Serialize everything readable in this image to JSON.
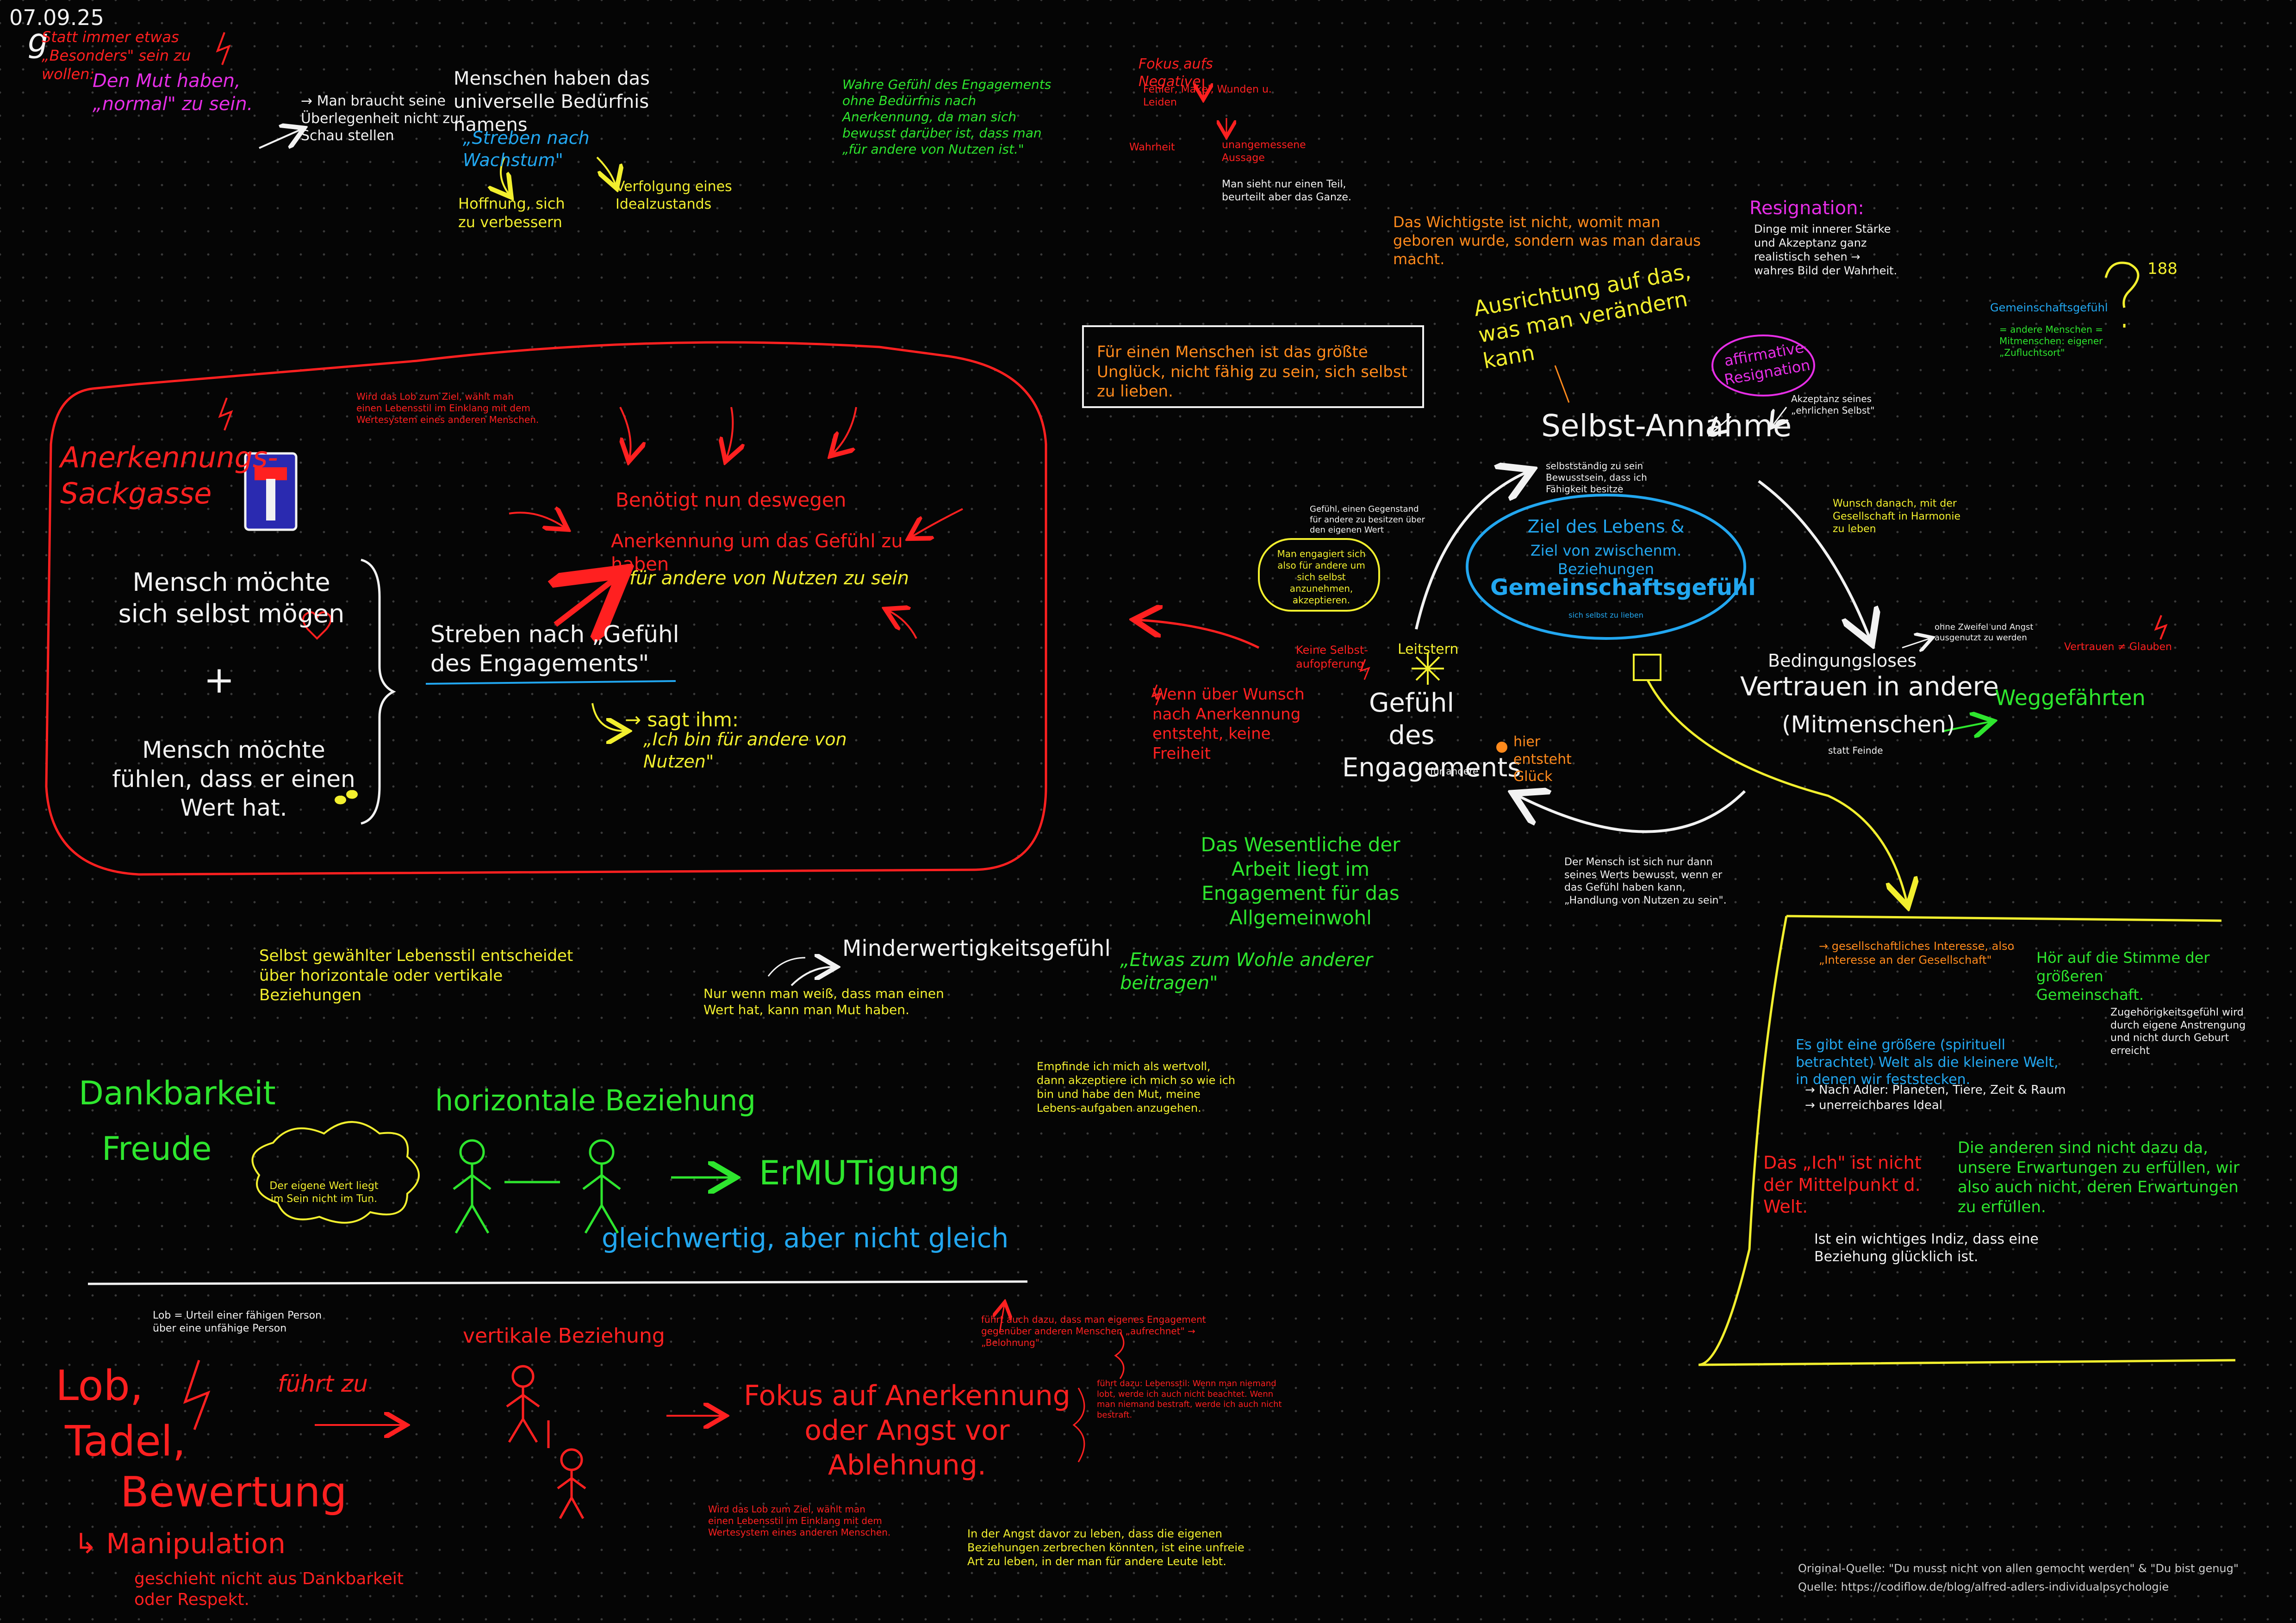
{
  "colors": {
    "red": "#ff2020",
    "yellow": "#f2ef2e",
    "green": "#2ee62e",
    "white": "#f2f2f2",
    "blue": "#22a7f0",
    "magenta": "#e62ee6",
    "orange": "#ff8a1c"
  },
  "header": {
    "date": "07.09.25",
    "initial": "g"
  },
  "topleft": {
    "bossy": "Statt immer etwas „Besonders\" sein zu wollen:",
    "mut": "Den Mut haben, „normal\" zu sein.",
    "aside": "→ Man braucht seine Überlegenheit nicht zur Schau stellen"
  },
  "beduerfnis": {
    "text": "Menschen haben das universelle Bedürfnis namens",
    "wachstum": "„Streben nach Wachstum\"",
    "hoffnung": "Hoffnung, sich zu verbessern",
    "verfolgung": "Verfolgung eines Idealzustands"
  },
  "wahres": "Wahre Gefühl des Engagements ohne Bedürfnis nach Anerkennung, da man sich bewusst darüber ist, dass man „für andere von Nutzen ist.\"",
  "fokus": {
    "title": "Fokus aufs Negative",
    "fehler": "Fehler, Makel, Wunden u. Leiden",
    "wahrheit": "Wahrheit",
    "aussage": "unangemessene Aussage",
    "text": "Man sieht nur einen Teil, beurteilt aber das Ganze."
  },
  "wichtigste": "Das Wichtigste ist nicht, womit man geboren wurde, sondern was man daraus macht.",
  "resignation": {
    "title": "Resignation:",
    "text": "Dinge mit innerer Stärke und Akzeptanz ganz realistisch sehen → wahres Bild der Wahrheit."
  },
  "ref188": "188",
  "gemeinschaft_def": {
    "title": "Gemeinschaftsgefühl",
    "text": "= andere Menschen = Mitmenschen: eigener „Zufluchtsort\""
  },
  "unglueck": "Für einen Menschen ist das größte Unglück, nicht fähig zu sein, sich selbst zu lieben.",
  "ausrichtung": "Ausrichtung auf das, was man verändern kann",
  "affirmative": "affirmative Resignation",
  "akzeptanz": "Akzeptanz seines „ehrlichen Selbst\"",
  "selbstannahme": "Selbst-Annahme",
  "selbstannahme_note": "selbstständig zu sein Bewusstsein, dass ich Fähigkeit besitze",
  "wunsch": "Wunsch danach, mit der Gesellschaft in Harmonie zu leben",
  "ziel": {
    "l1": "Ziel des Lebens &",
    "l2": "Ziel von zwischenm. Beziehungen",
    "l3": "Gemeinschaftsgefühl",
    "l4": "sich selbst zu lieben"
  },
  "gefuehl_note": "Gefühl, einen Gegenstand für andere zu besitzen über den eigenen Wert",
  "engagiert": "Man engagiert sich also für andere um sich selbst anzunehmen, akzeptieren.",
  "leitstern": "Leitstern",
  "keine_selbst": "Keine Selbst-aufopferung",
  "gefuehl_engagement": "Gefühl des Engagements",
  "fuer_andere": "für andere",
  "glueck": "hier entsteht Glück",
  "bedingungslos": {
    "l1": "Bedingungsloses",
    "l2": "Vertrauen in andere",
    "l3": "(Mitmenschen)",
    "l4": "statt Feinde"
  },
  "ohne_zweifel": "ohne Zweifel und Angst ausgenutzt zu werden",
  "vertrauen": "Vertrauen ≠ Glauben",
  "weggefaehrten": "Weggefährten",
  "anerkennungs": {
    "title": "Anerkennungs-Sackgasse",
    "moegen": "Mensch möchte sich selbst mögen",
    "plus": "+",
    "fuehlen": "Mensch möchte fühlen, dass er einen Wert hat.",
    "benoetigt": "Benötigt nun deswegen",
    "anerkennung": "Anerkennung um das Gefühl zu haben",
    "nutzen": "für andere von Nutzen zu sein",
    "streben": "Streben nach „Gefühl des Engagements\"",
    "sagt": "→ sagt ihm:",
    "ich_bin": "„Ich bin für andere von Nutzen\"",
    "lob_note": "Wird das Lob zum Ziel, wählt man einen Lebensstil im Einklang mit dem Wertesystem eines anderen Menschen."
  },
  "wenn_ueber": "Wenn über Wunsch nach Anerkennung entsteht, keine Freiheit",
  "wesentliche": "Das Wesentliche der Arbeit liegt im Engagement für das Allgemeinwohl",
  "etwas_wohle": "„Etwas zum Wohle anderer beitragen\"",
  "der_mensch": "Der Mensch ist sich nur dann seines Werts bewusst, wenn er das Gefühl haben kann, „Handlung von Nutzen zu sein\".",
  "selbst_gewaehlter": "Selbst gewählter Lebensstil entscheidet über horizontale oder vertikale Beziehungen",
  "minderwertigkeit": "Minderwertigkeitsgefühl",
  "nur_wenn": "Nur wenn man weiß, dass man einen Wert hat, kann man Mut haben.",
  "empfinde": "Empfinde ich mich als wertvoll, dann akzeptiere ich mich so wie ich bin und habe den Mut, meine Lebens-aufgaben anzugehen.",
  "gesell": "→ gesellschaftliches Interesse, also „Interesse an der Gesellschaft\"",
  "hoer": "Hör auf die Stimme der größeren Gemeinschaft.",
  "zugehoerigkeit": "Zugehörigkeitsgefühl wird durch eigene Anstrengung und nicht durch Geburt erreicht",
  "es_gibt": "Es gibt eine größere (spirituell betrachtet) Welt als die kleinere Welt, in denen wir feststecken.",
  "nach_adler": "→ Nach Adler: Planeten, Tiere, Zeit & Raum\n→ unerreichbares Ideal",
  "das_ich": "Das „Ich\" ist nicht der Mittelpunkt d. Welt.",
  "andere_nicht": "Die anderen sind nicht dazu da, unsere Erwartungen zu erfüllen, wir also auch nicht, deren Erwartungen zu erfüllen.",
  "ist_ein": "Ist ein wichtiges Indiz, dass eine Beziehung glücklich ist.",
  "dankbarkeit": "Dankbarkeit",
  "freude": "Freude",
  "cloud": "Der eigene Wert liegt im Sein nicht im Tun.",
  "horizontale": "horizontale Beziehung",
  "ermutigung": "ErMUTigung",
  "gleichwertig": "gleichwertig, aber nicht gleich",
  "lob_urteil": "Lob = Urteil einer fähigen Person über eine unfähige Person",
  "lob": {
    "l1": "Lob,",
    "l2": "Tadel,",
    "l3": "Bewertung",
    "manip": "↳ Manipulation",
    "geschieht": "geschieht nicht aus Dankbarkeit oder Respekt."
  },
  "fuehrt_zu": "führt zu",
  "vertikale": "vertikale Beziehung",
  "fokus_anerkennung": "Fokus auf Anerkennung oder Angst vor Ablehnung.",
  "fuehrt_auch": "führt auch dazu, dass man eigenes Engagement gegenüber anderen Menschen „aufrechnet\" → „Belohnung\"",
  "lebensstil_note": "führt dazu: Lebensstil: Wenn man niemand lobt, werde ich auch nicht beachtet. Wenn man niemand bestraft, werde ich auch nicht bestraft.",
  "lob_note2": "Wird das Lob zum Ziel, wählt man einen Lebensstil im Einklang mit dem Wertesystem eines anderen Menschen.",
  "in_der_angst": "In der Angst davor zu leben, dass die eigenen Beziehungen zerbrechen könnten, ist eine unfreie Art zu leben, in der man für andere Leute lebt.",
  "quelle": {
    "l1": "Original-Quelle: \"Du musst nicht von allen gemocht werden\" & \"Du bist genug\"",
    "l2": "Quelle: https://codiflow.de/blog/alfred-adlers-individualpsychologie"
  }
}
